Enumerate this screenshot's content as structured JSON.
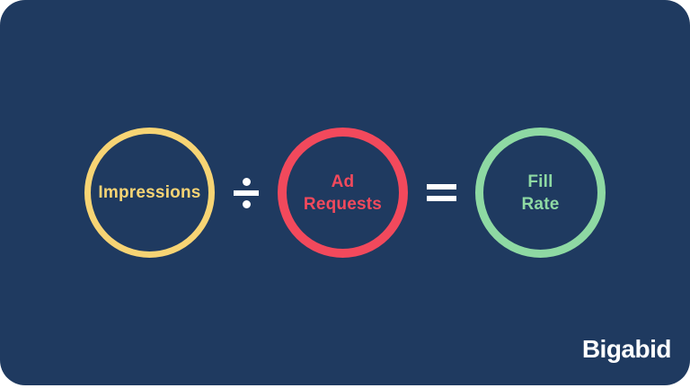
{
  "card": {
    "background_color": "#1f3a60",
    "page_background": "#ffffff"
  },
  "formula": {
    "equation": "Impressions ÷ Ad Requests = Fill Rate",
    "circles": [
      {
        "label": "Impressions",
        "color": "#f7d474"
      },
      {
        "label": "Ad\nRequests",
        "color": "#f2495c"
      },
      {
        "label": "Fill\nRate",
        "color": "#8ed9a3"
      }
    ],
    "operators": [
      {
        "name": "divide",
        "symbol": "÷",
        "color": "#ffffff"
      },
      {
        "name": "equals",
        "symbol": "=",
        "color": "#ffffff"
      }
    ]
  },
  "brand": {
    "logo_text": "Bigabid",
    "color": "#ffffff"
  }
}
